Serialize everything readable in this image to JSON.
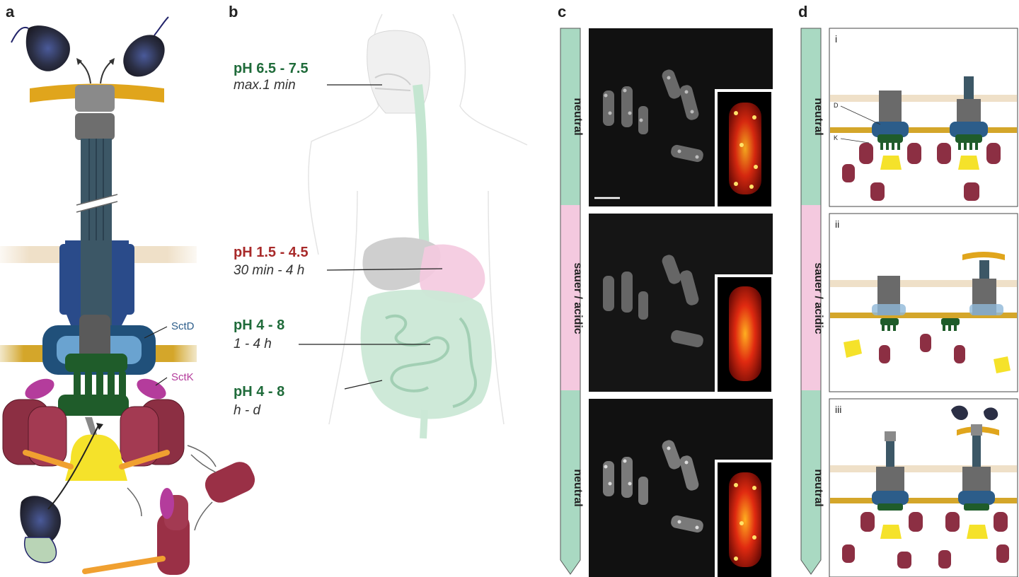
{
  "panels": {
    "a": {
      "label": "a",
      "sctd_label": "SctD",
      "sctk_label": "SctK",
      "colors": {
        "sctd": "#2c5d8a",
        "sctk": "#b43c9c",
        "sorting": "#8c2f43",
        "atpase": "#f2e02a",
        "membrane": "#d4a62a"
      }
    },
    "b": {
      "label": "b",
      "stages": [
        {
          "ph": "pH 6.5 - 7.5",
          "duration": "max.1 min",
          "color": "#1f6b3a"
        },
        {
          "ph": "pH 1.5 - 4.5",
          "duration": "30 min - 4 h",
          "color": "#a82a2a"
        },
        {
          "ph": "pH 4 - 8",
          "duration": "1 - 4 h",
          "color": "#1f6b3a"
        },
        {
          "ph": "pH 4 - 8",
          "duration": "h - d",
          "color": "#1f6b3a"
        }
      ]
    },
    "c": {
      "label": "c",
      "conditions": [
        "neutral",
        "sauer / acidic",
        "neutral"
      ],
      "condition_colors": [
        "#a9d9c2",
        "#f4c9df",
        "#a9d9c2"
      ]
    },
    "d": {
      "label": "d",
      "conditions": [
        "neutral",
        "sauer / acidic",
        "neutral"
      ],
      "subpanels": [
        "i",
        "ii",
        "iii"
      ],
      "d_marker": "D",
      "k_marker": "K"
    }
  }
}
